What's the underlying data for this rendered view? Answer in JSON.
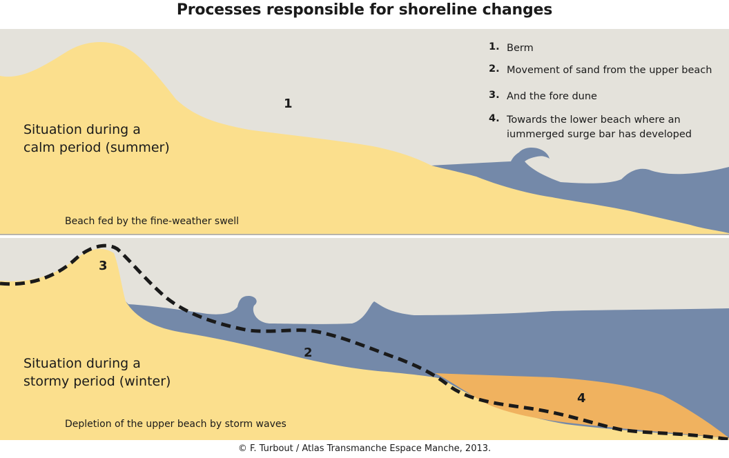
{
  "title": "Processes responsible for shoreline changes",
  "colors": {
    "sky": "#e4e2db",
    "sand": "#fbdf8d",
    "water": "#7489a9",
    "bar": "#f0b25f",
    "profile_line": "#1a1a1a"
  },
  "top_panel": {
    "situation_line1": "Situation during a",
    "situation_line2": "calm period (summer)",
    "caption": "Beach fed by the fine-weather swell",
    "marker": "1"
  },
  "bottom_panel": {
    "situation_line1": "Situation during a",
    "situation_line2": "stormy period (winter)",
    "caption": "Depletion of the upper beach by storm waves",
    "markers": [
      "3",
      "2",
      "4"
    ]
  },
  "legend": {
    "items": [
      {
        "num": "1.",
        "line1": "Berm",
        "line2": ""
      },
      {
        "num": "2.",
        "line1": "Movement of sand from the upper beach",
        "line2": ""
      },
      {
        "num": "3.",
        "line1": "And the fore dune",
        "line2": ""
      },
      {
        "num": "4.",
        "line1": "Towards the lower beach where an",
        "line2": "iummerged surge bar has developed"
      }
    ]
  },
  "credit": "© F. Turbout / Atlas Transmanche Espace Manche, 2013."
}
